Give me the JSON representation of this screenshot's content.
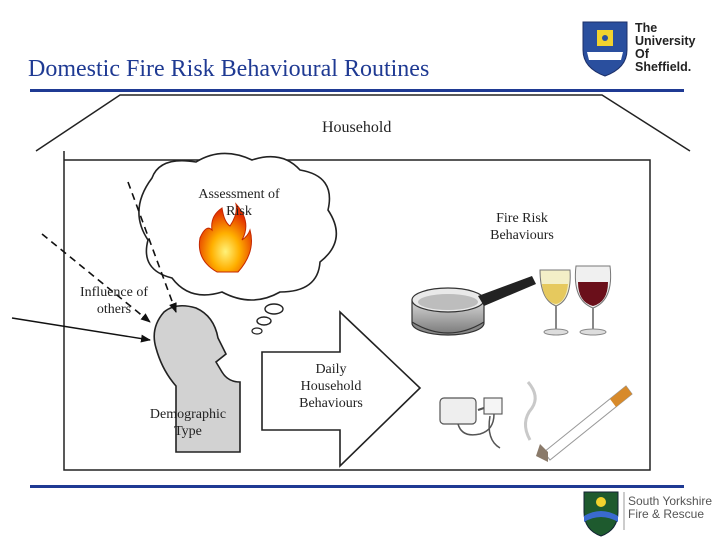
{
  "slide": {
    "title": "Domestic Fire Risk Behavioural Routines",
    "brand_color": "#1f3a93"
  },
  "university_logo": {
    "lines": [
      "The",
      "University",
      "Of",
      "Sheffield."
    ]
  },
  "diagram": {
    "household_label": "Household",
    "assessment_label": [
      "Assessment of",
      "Risk"
    ],
    "fire_risk_label": [
      "Fire Risk",
      "Behaviours"
    ],
    "influence_label": [
      "Influence of",
      "others"
    ],
    "demographic_label": [
      "Demographic",
      "Type"
    ],
    "daily_label": [
      "Daily",
      "Household",
      "Behaviours"
    ],
    "icons": [
      "flame-icon",
      "saucepan-icon",
      "white-wine-glass-icon",
      "red-wine-glass-icon",
      "plug-adapter-icon",
      "cigarette-icon",
      "head-silhouette-icon",
      "thought-cloud-icon"
    ]
  },
  "footer_logo": {
    "lines": [
      "South Yorkshire",
      "Fire & Rescue"
    ]
  }
}
